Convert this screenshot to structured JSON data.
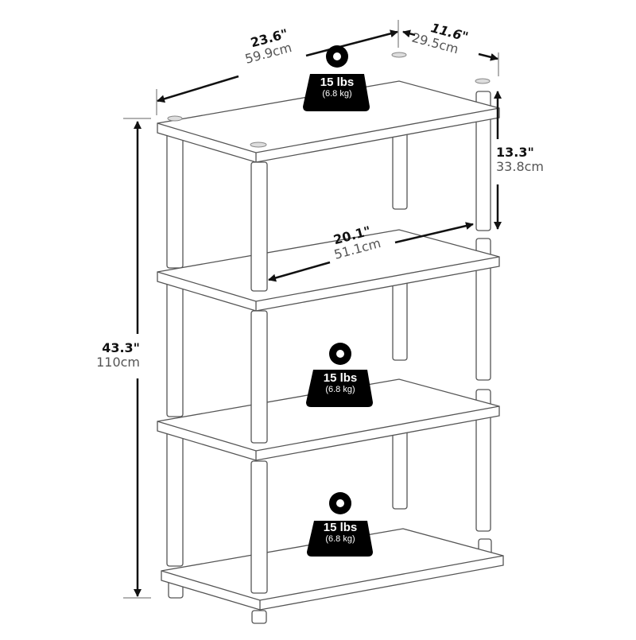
{
  "diagram": {
    "subject": "4-tier open shelf bookcase with dimensions and load capacity",
    "colors": {
      "outline": "#555555",
      "arrow": "#111111",
      "weight_icon": "#000000",
      "metric_text": "#555555",
      "imperial_text": "#111111",
      "background": "#ffffff"
    },
    "dimensions": {
      "width": {
        "imperial": "23.6\"",
        "metric": "59.9cm"
      },
      "depth": {
        "imperial": "11.6\"",
        "metric": "29.5cm"
      },
      "shelf_spacing": {
        "imperial": "13.3\"",
        "metric": "33.8cm"
      },
      "inner_width": {
        "imperial": "20.1\"",
        "metric": "51.1cm"
      },
      "height": {
        "imperial": "43.3\"",
        "metric": "110cm"
      }
    },
    "weight_badges": [
      {
        "position": "top-shelf",
        "lbs": "15 lbs",
        "kg": "(6.8 kg)"
      },
      {
        "position": "third-shelf",
        "lbs": "15 lbs",
        "kg": "(6.8 kg)"
      },
      {
        "position": "bottom-shelf",
        "lbs": "15 lbs",
        "kg": "(6.8 kg)"
      }
    ],
    "shelf_count": 4
  }
}
